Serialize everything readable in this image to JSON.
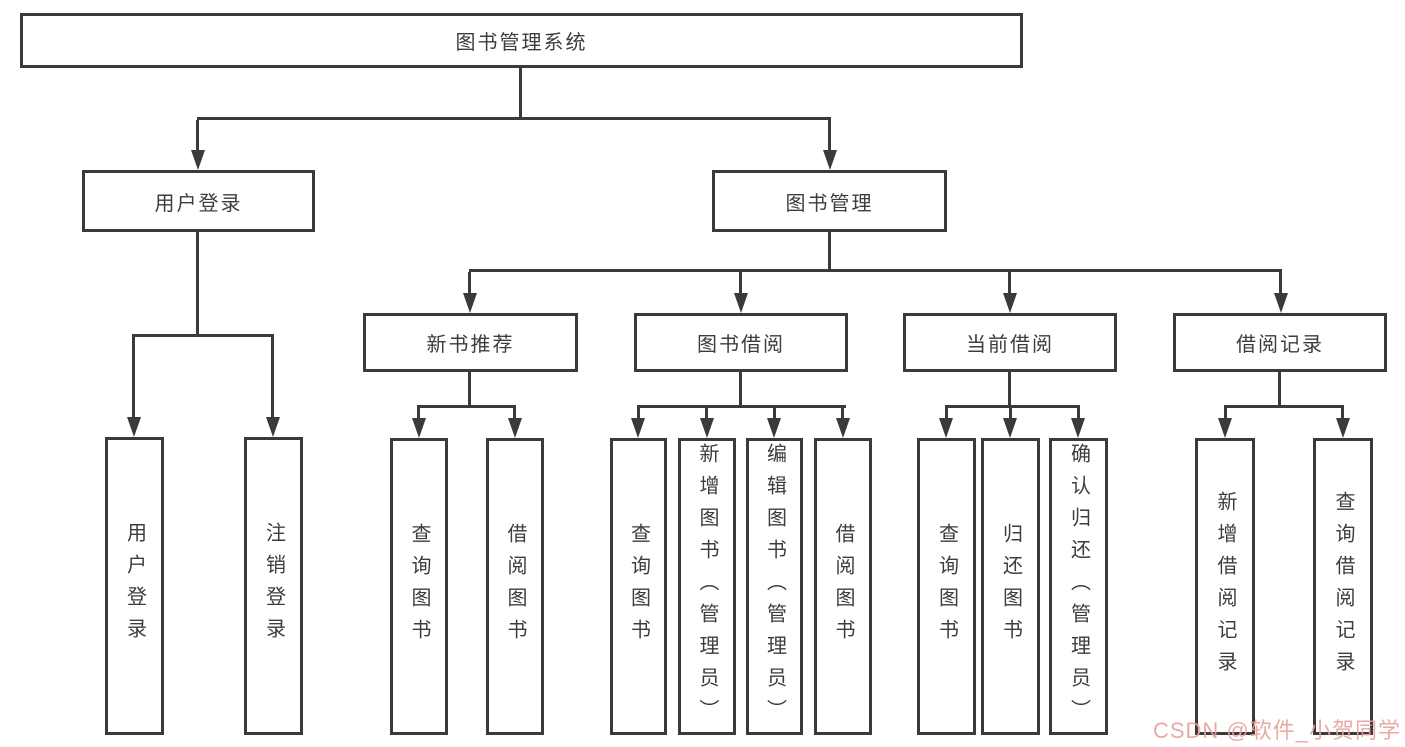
{
  "colors": {
    "line": "#3a3a3a",
    "text": "#3d3d3d",
    "box_background": "#ffffff",
    "watermark": "#e8a19b"
  },
  "tree": {
    "root": "图书管理系统",
    "children": [
      {
        "label": "用户登录",
        "leaves": [
          "用户登录",
          "注销登录"
        ]
      },
      {
        "label": "图书管理",
        "children": [
          {
            "label": "新书推荐",
            "leaves": [
              "查询图书",
              "借阅图书"
            ]
          },
          {
            "label": "图书借阅",
            "leaves": [
              "查询图书",
              "新增图书（管理员）",
              "编辑图书（管理员）",
              "借阅图书"
            ]
          },
          {
            "label": "当前借阅",
            "leaves": [
              "查询图书",
              "归还图书",
              "确认归还（管理员）"
            ]
          },
          {
            "label": "借阅记录",
            "leaves": [
              "新增借阅记录",
              "查询借阅记录"
            ]
          }
        ]
      }
    ]
  },
  "watermark": {
    "text": "CSDN @软件_小贺同学"
  }
}
